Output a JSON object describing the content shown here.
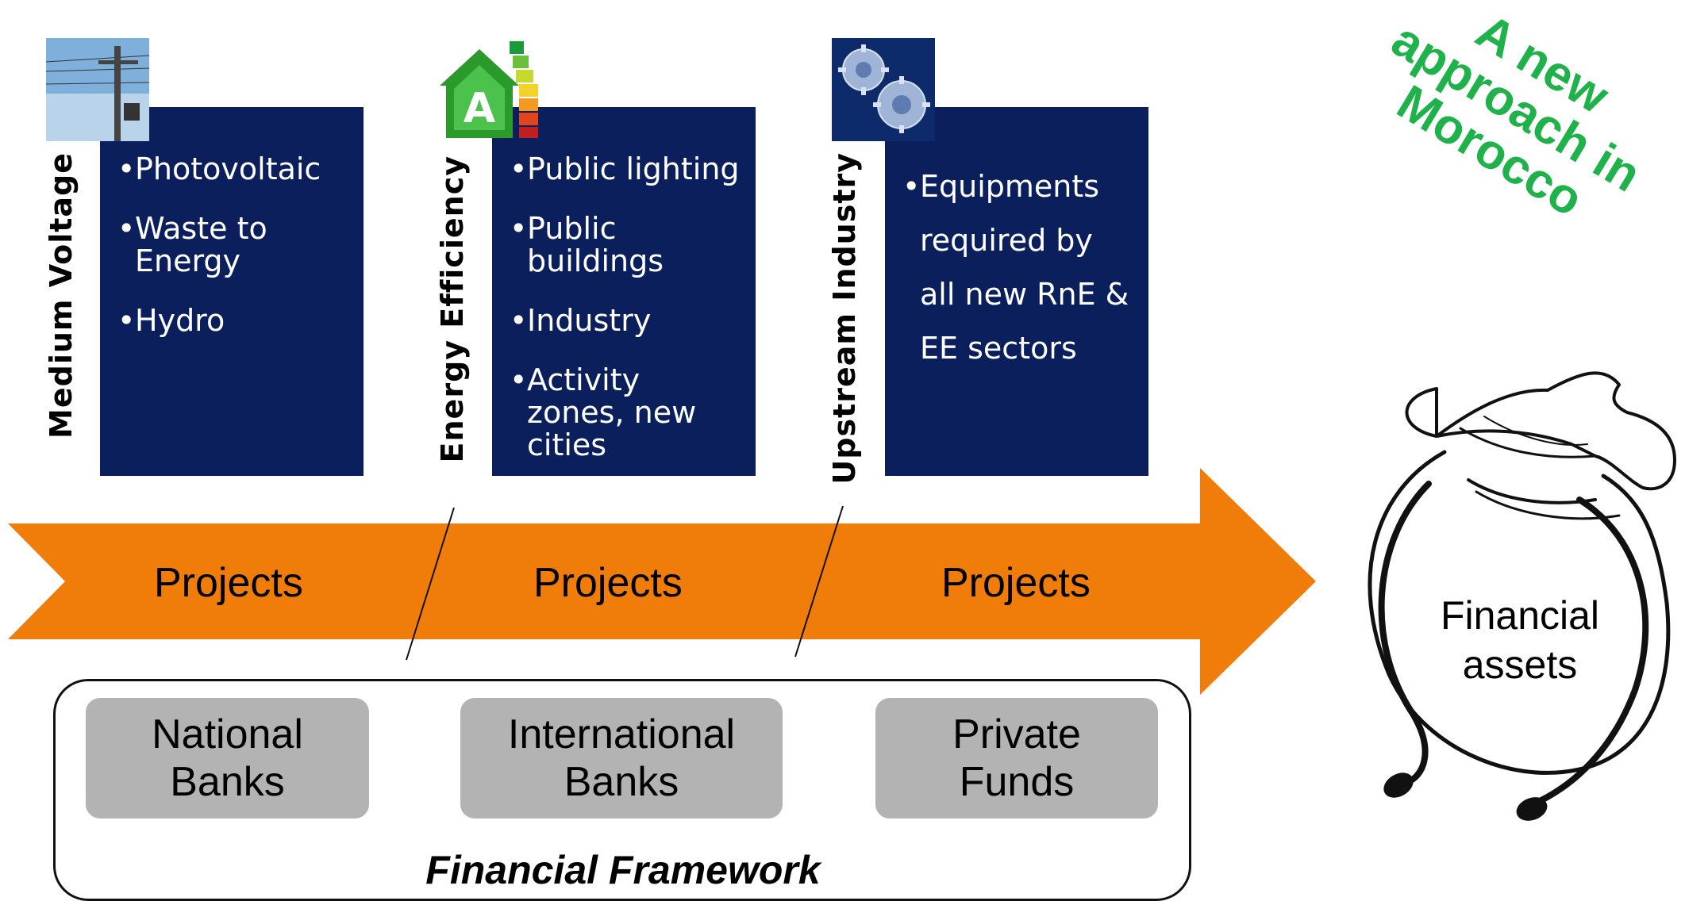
{
  "columns": [
    {
      "label": "Medium Voltage",
      "icon": "power-pole-icon",
      "items": [
        "Photovoltaic",
        "Waste to Energy",
        "Hydro"
      ]
    },
    {
      "label": "Energy Efficiency",
      "icon": "energy-rating-house-icon",
      "items": [
        "Public lighting",
        "Public buildings",
        "Industry",
        "Activity zones, new cities"
      ]
    },
    {
      "label": "Upstream Industry",
      "icon": "gears-icon",
      "items": [
        "Equipments required by all new RnE & EE sectors"
      ]
    }
  ],
  "arrow": {
    "color": "#f07d0a",
    "labels": [
      "Projects",
      "Projects",
      "Projects"
    ]
  },
  "framework": {
    "title": "Financial Framework",
    "banks": [
      "National Banks",
      "International Banks",
      "Private Funds"
    ]
  },
  "headline": "A new approach in Morocco",
  "bag": {
    "label": "Financial assets",
    "icon": "money-bag-icon"
  },
  "colors": {
    "box_blue": "#0a1f5c",
    "arrow_orange": "#f07d0a",
    "bank_gray": "#b3b3b3",
    "headline_green": "#1fb24a"
  }
}
